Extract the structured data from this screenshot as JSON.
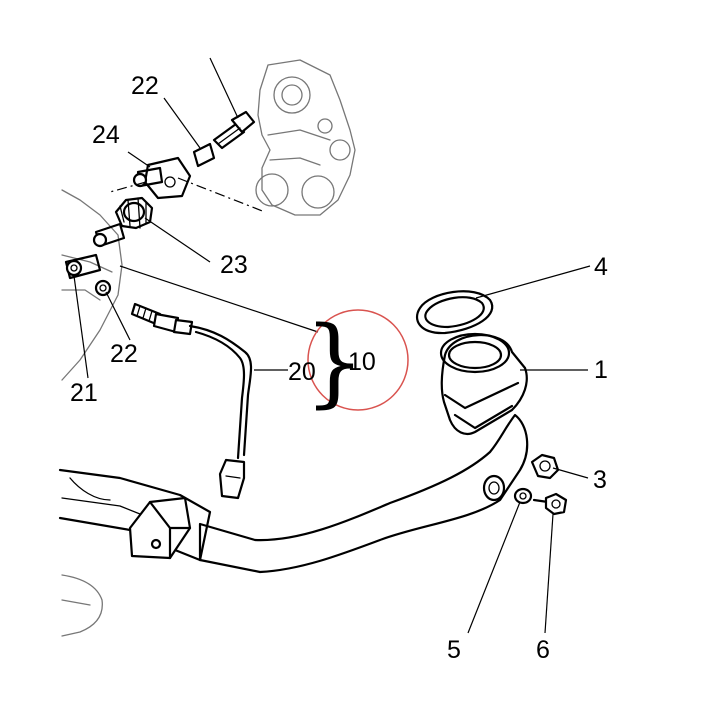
{
  "callouts": {
    "c1": "1",
    "c3": "3",
    "c4": "4",
    "c5": "5",
    "c6": "6",
    "c10": "10",
    "c20": "20",
    "c21": "21",
    "c22_top": "22",
    "c22_mid": "22",
    "c23": "23",
    "c24": "24"
  },
  "brace_glyph": "}",
  "highlight": {
    "color": "#d9534f"
  }
}
